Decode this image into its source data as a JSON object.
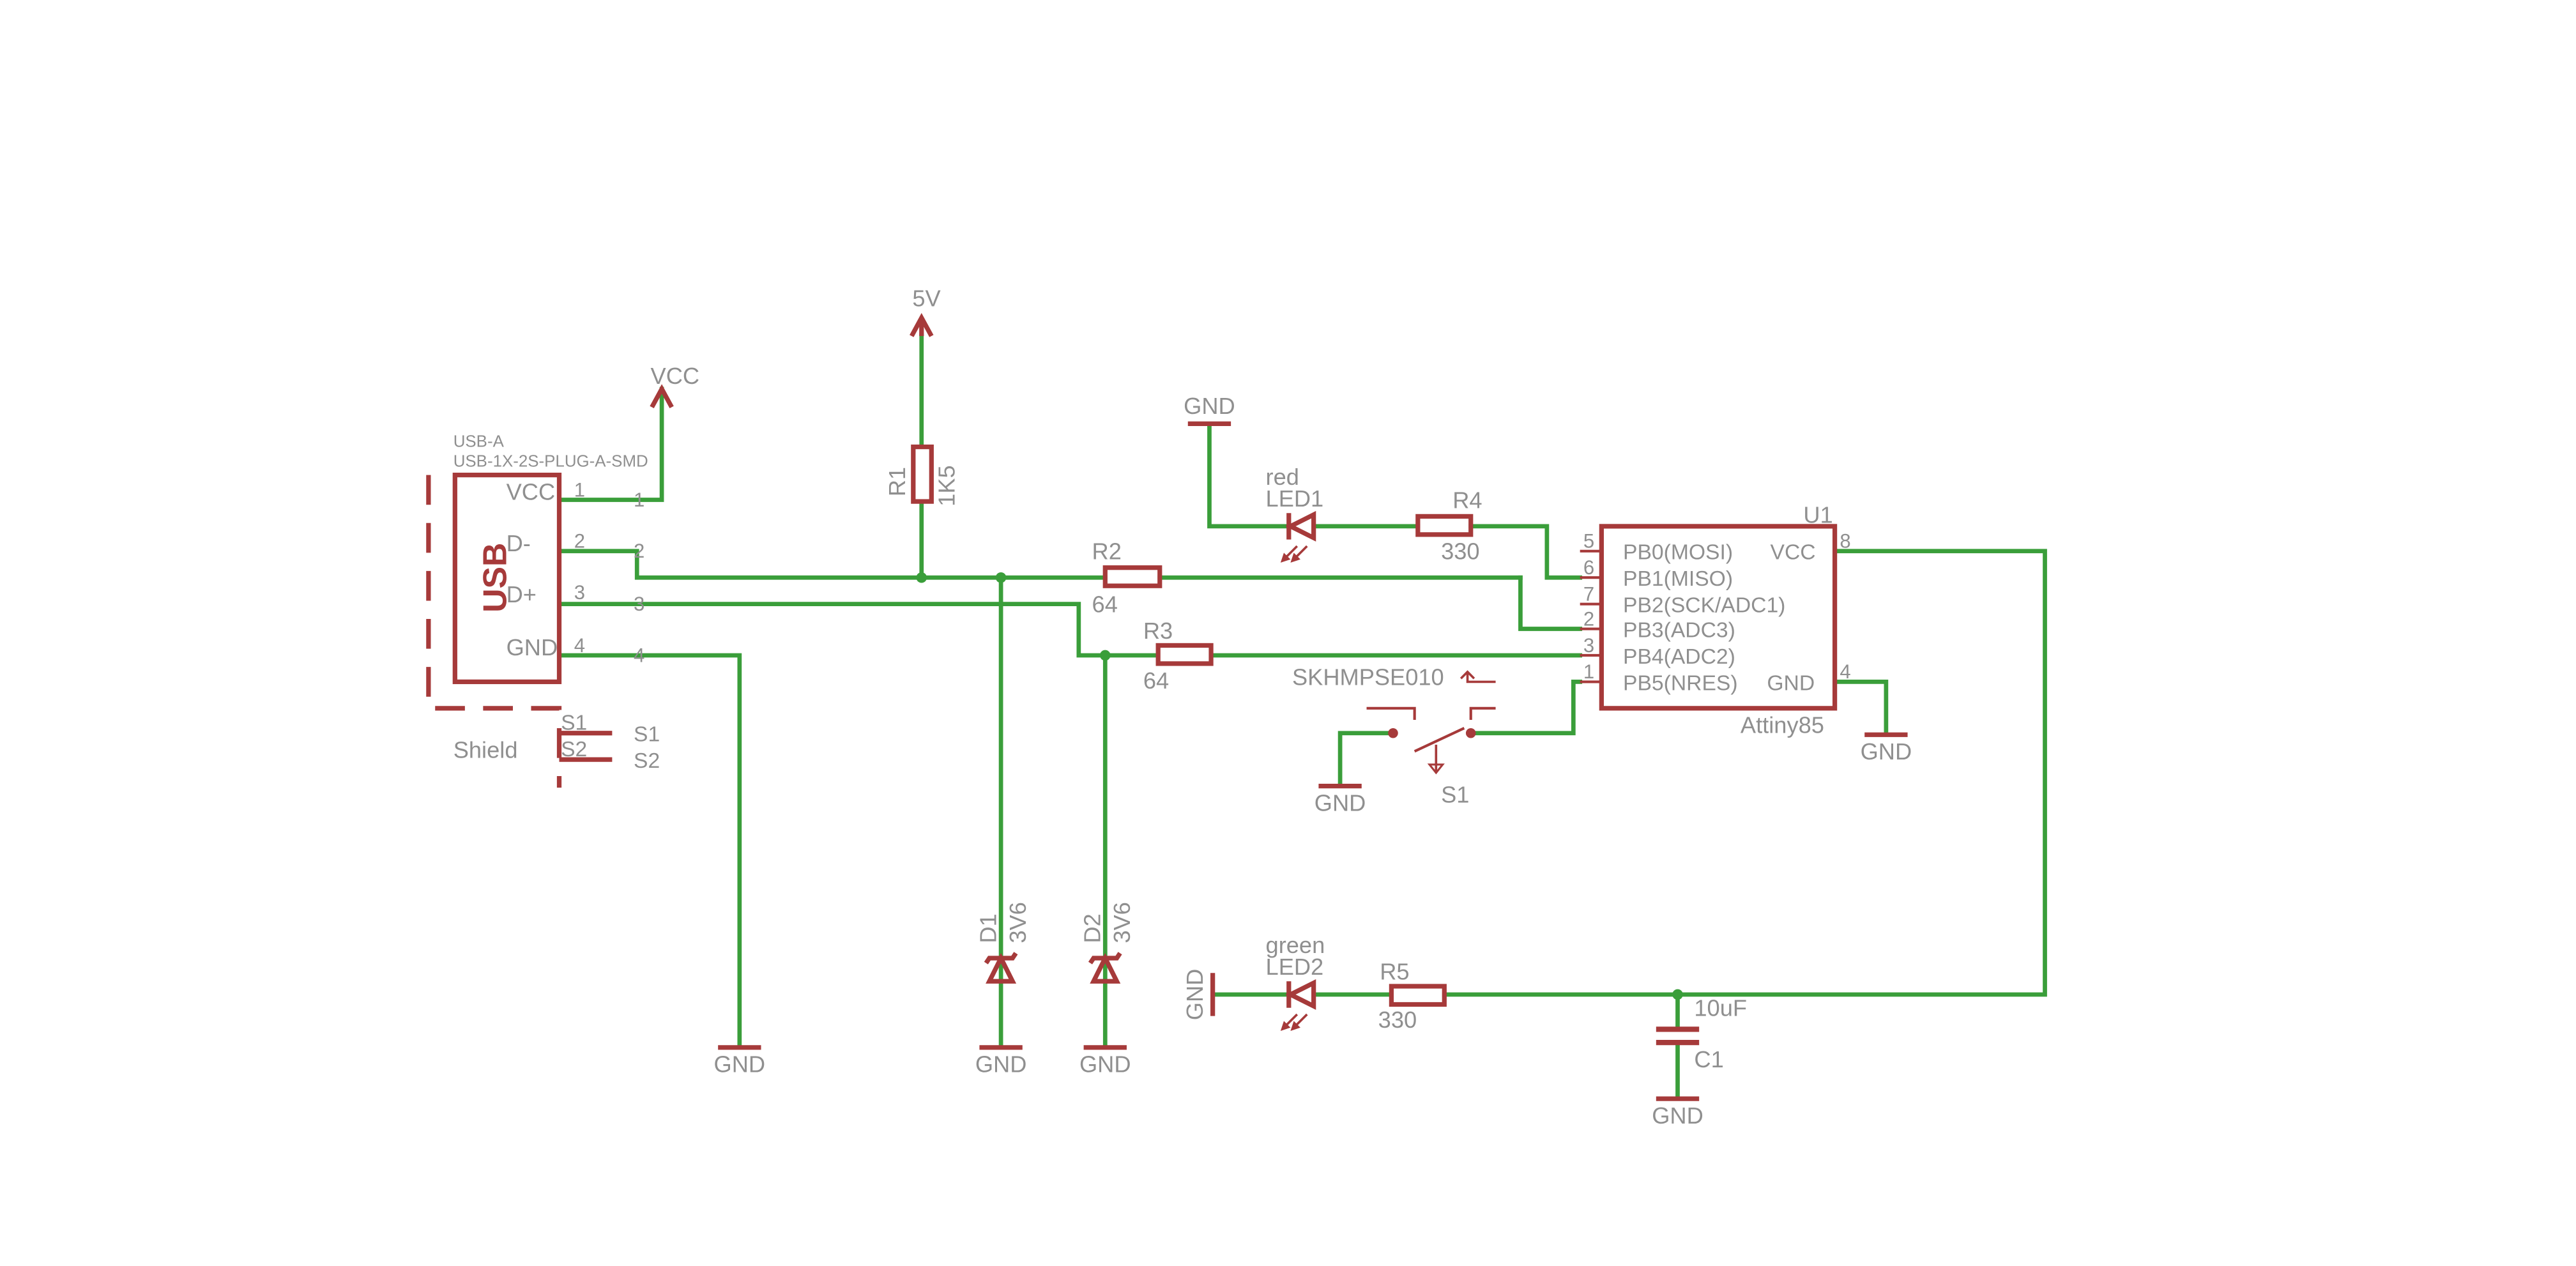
{
  "usb": {
    "name": "USB-A",
    "package": "USB-1X-2S-PLUG-A-SMD",
    "body_label": "USB",
    "pins": [
      "VCC",
      "D-",
      "D+",
      "GND"
    ],
    "pin_numbers": [
      "1",
      "2",
      "3",
      "4"
    ],
    "shield_label": "Shield",
    "shield_pins": [
      "S1",
      "S2"
    ]
  },
  "supplies": {
    "vcc": "VCC",
    "five_volt": "5V",
    "gnd": "GND"
  },
  "resistors": {
    "r1": {
      "name": "R1",
      "value": "1K5"
    },
    "r2": {
      "name": "R2",
      "value": "64"
    },
    "r3": {
      "name": "R3",
      "value": "64"
    },
    "r4": {
      "name": "R4",
      "value": "330"
    },
    "r5": {
      "name": "R5",
      "value": "330"
    }
  },
  "diodes": {
    "d1": {
      "name": "D1",
      "value": "3V6"
    },
    "d2": {
      "name": "D2",
      "value": "3V6"
    }
  },
  "leds": {
    "led1": {
      "name": "LED1",
      "color": "red"
    },
    "led2": {
      "name": "LED2",
      "color": "green"
    }
  },
  "capacitor": {
    "name": "C1",
    "value": "10uF"
  },
  "switch": {
    "name": "S1",
    "part": "SKHMPSE010"
  },
  "mcu": {
    "name": "U1",
    "value": "Attiny85",
    "left_pins": [
      {
        "num": "5",
        "label": "PB0(MOSI)"
      },
      {
        "num": "6",
        "label": "PB1(MISO)"
      },
      {
        "num": "7",
        "label": "PB2(SCK/ADC1)"
      },
      {
        "num": "2",
        "label": "PB3(ADC3)"
      },
      {
        "num": "3",
        "label": "PB4(ADC2)"
      },
      {
        "num": "1",
        "label": "PB5(NRES)"
      }
    ],
    "right_pins": [
      {
        "num": "8",
        "label": "VCC"
      },
      {
        "num": "4",
        "label": "GND"
      }
    ]
  },
  "colors": {
    "wire": "#3a9e3a",
    "component": "#a63a3a",
    "text": "#8f8f8f",
    "background": "#ffffff"
  }
}
